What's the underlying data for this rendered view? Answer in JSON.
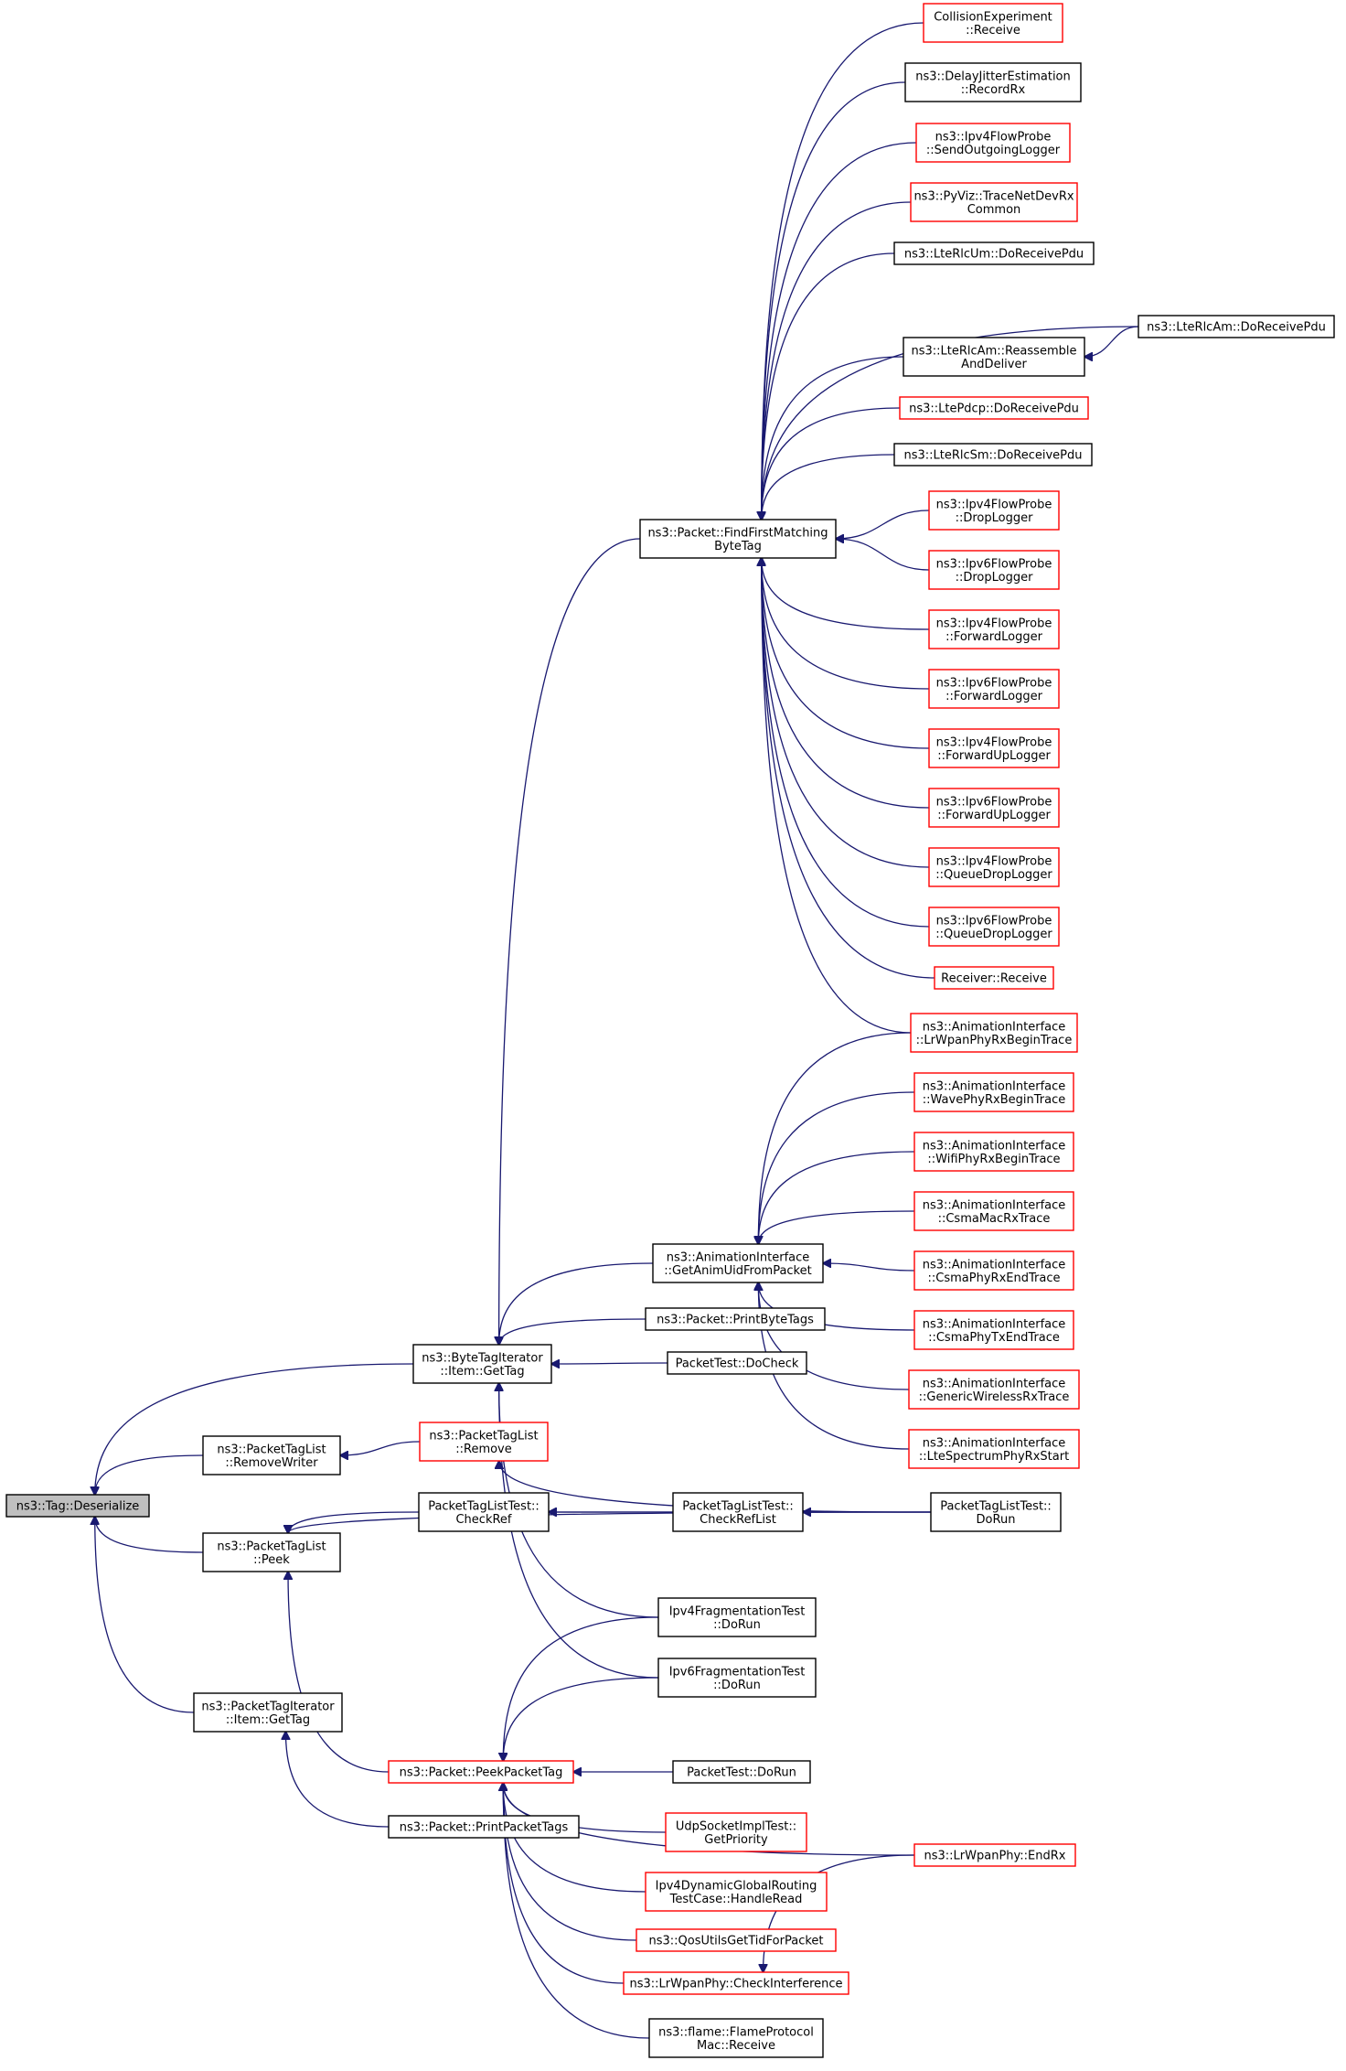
{
  "diagram": {
    "colors": {
      "edge": "#191970",
      "red_border": "#ff0000",
      "black_border": "#000000",
      "highlight_fill": "#bfbfbf"
    },
    "nodes": [
      {
        "id": "deserialize",
        "style": "grey",
        "lines": [
          "ns3::Tag::Deserialize"
        ]
      },
      {
        "id": "btiGetTag",
        "style": "black",
        "lines": [
          "ns3::ByteTagIterator",
          "::Item::GetTag"
        ]
      },
      {
        "id": "removeWriter",
        "style": "black",
        "lines": [
          "ns3::PacketTagList",
          "::RemoveWriter"
        ]
      },
      {
        "id": "peek",
        "style": "black",
        "lines": [
          "ns3::PacketTagList",
          "::Peek"
        ]
      },
      {
        "id": "ptiGetTag",
        "style": "black",
        "lines": [
          "ns3::PacketTagIterator",
          "::Item::GetTag"
        ]
      },
      {
        "id": "findFirst",
        "style": "black",
        "lines": [
          "ns3::Packet::FindFirstMatching",
          "ByteTag"
        ]
      },
      {
        "id": "getAnimUid",
        "style": "black",
        "lines": [
          "ns3::AnimationInterface",
          "::GetAnimUidFromPacket"
        ]
      },
      {
        "id": "printByteTags",
        "style": "black",
        "lines": [
          "ns3::Packet::PrintByteTags"
        ]
      },
      {
        "id": "ptDoCheck",
        "style": "black",
        "lines": [
          "PacketTest::DoCheck"
        ]
      },
      {
        "id": "pltRemove",
        "style": "red",
        "lines": [
          "ns3::PacketTagList",
          "::Remove"
        ]
      },
      {
        "id": "checkRef",
        "style": "black",
        "lines": [
          "PacketTagListTest::",
          "CheckRef"
        ]
      },
      {
        "id": "checkRefList",
        "style": "black",
        "lines": [
          "PacketTagListTest::",
          "CheckRefList"
        ]
      },
      {
        "id": "pltDoRun",
        "style": "black",
        "lines": [
          "PacketTagListTest::",
          "DoRun"
        ]
      },
      {
        "id": "ipv4Frag",
        "style": "black",
        "lines": [
          "Ipv4FragmentationTest",
          "::DoRun"
        ]
      },
      {
        "id": "ipv6Frag",
        "style": "black",
        "lines": [
          "Ipv6FragmentationTest",
          "::DoRun"
        ]
      },
      {
        "id": "peekPacketTag",
        "style": "red",
        "lines": [
          "ns3::Packet::PeekPacketTag"
        ]
      },
      {
        "id": "printPacketTags",
        "style": "black",
        "lines": [
          "ns3::Packet::PrintPacketTags"
        ]
      },
      {
        "id": "ptDoRun",
        "style": "black",
        "lines": [
          "PacketTest::DoRun"
        ]
      },
      {
        "id": "udpPriority",
        "style": "red",
        "lines": [
          "UdpSocketImplTest::",
          "GetPriority"
        ]
      },
      {
        "id": "ipv4Dyn",
        "style": "red",
        "lines": [
          "Ipv4DynamicGlobalRouting",
          "TestCase::HandleRead"
        ]
      },
      {
        "id": "qosUtils",
        "style": "red",
        "lines": [
          "ns3::QosUtilsGetTidForPacket"
        ]
      },
      {
        "id": "lrCheckInt",
        "style": "red",
        "lines": [
          "ns3::LrWpanPhy::CheckInterference"
        ]
      },
      {
        "id": "flame",
        "style": "black",
        "lines": [
          "ns3::flame::FlameProtocol",
          "Mac::Receive"
        ]
      },
      {
        "id": "lrEndRx",
        "style": "red",
        "lines": [
          "ns3::LrWpanPhy::EndRx"
        ]
      },
      {
        "id": "collision",
        "style": "red",
        "lines": [
          "CollisionExperiment",
          "::Receive"
        ]
      },
      {
        "id": "delayJitter",
        "style": "black",
        "lines": [
          "ns3::DelayJitterEstimation",
          "::RecordRx"
        ]
      },
      {
        "id": "ipv4SendOut",
        "style": "red",
        "lines": [
          "ns3::Ipv4FlowProbe",
          "::SendOutgoingLogger"
        ]
      },
      {
        "id": "pyViz",
        "style": "red",
        "lines": [
          "ns3::PyViz::TraceNetDevRx",
          "Common"
        ]
      },
      {
        "id": "rlcUm",
        "style": "black",
        "lines": [
          "ns3::LteRlcUm::DoReceivePdu"
        ]
      },
      {
        "id": "rlcAmReasm",
        "style": "black",
        "lines": [
          "ns3::LteRlcAm::Reassemble",
          "AndDeliver"
        ]
      },
      {
        "id": "rlcAmRecv",
        "style": "black",
        "lines": [
          "ns3::LteRlcAm::DoReceivePdu"
        ]
      },
      {
        "id": "pdcp",
        "style": "red",
        "lines": [
          "ns3::LtePdcp::DoReceivePdu"
        ]
      },
      {
        "id": "rlcSm",
        "style": "black",
        "lines": [
          "ns3::LteRlcSm::DoReceivePdu"
        ]
      },
      {
        "id": "ipv4Drop",
        "style": "red",
        "lines": [
          "ns3::Ipv4FlowProbe",
          "::DropLogger"
        ]
      },
      {
        "id": "ipv6Drop",
        "style": "red",
        "lines": [
          "ns3::Ipv6FlowProbe",
          "::DropLogger"
        ]
      },
      {
        "id": "ipv4Fwd",
        "style": "red",
        "lines": [
          "ns3::Ipv4FlowProbe",
          "::ForwardLogger"
        ]
      },
      {
        "id": "ipv6Fwd",
        "style": "red",
        "lines": [
          "ns3::Ipv6FlowProbe",
          "::ForwardLogger"
        ]
      },
      {
        "id": "ipv4FwdUp",
        "style": "red",
        "lines": [
          "ns3::Ipv4FlowProbe",
          "::ForwardUpLogger"
        ]
      },
      {
        "id": "ipv6FwdUp",
        "style": "red",
        "lines": [
          "ns3::Ipv6FlowProbe",
          "::ForwardUpLogger"
        ]
      },
      {
        "id": "ipv4Queue",
        "style": "red",
        "lines": [
          "ns3::Ipv4FlowProbe",
          "::QueueDropLogger"
        ]
      },
      {
        "id": "ipv6Queue",
        "style": "red",
        "lines": [
          "ns3::Ipv6FlowProbe",
          "::QueueDropLogger"
        ]
      },
      {
        "id": "receiver",
        "style": "red",
        "lines": [
          "Receiver::Receive"
        ]
      },
      {
        "id": "aiLrWpan",
        "style": "red",
        "lines": [
          "ns3::AnimationInterface",
          "::LrWpanPhyRxBeginTrace"
        ]
      },
      {
        "id": "aiWave",
        "style": "red",
        "lines": [
          "ns3::AnimationInterface",
          "::WavePhyRxBeginTrace"
        ]
      },
      {
        "id": "aiWifi",
        "style": "red",
        "lines": [
          "ns3::AnimationInterface",
          "::WifiPhyRxBeginTrace"
        ]
      },
      {
        "id": "aiCsmaMac",
        "style": "red",
        "lines": [
          "ns3::AnimationInterface",
          "::CsmaMacRxTrace"
        ]
      },
      {
        "id": "aiCsmaRxEnd",
        "style": "red",
        "lines": [
          "ns3::AnimationInterface",
          "::CsmaPhyRxEndTrace"
        ]
      },
      {
        "id": "aiCsmaTxEnd",
        "style": "red",
        "lines": [
          "ns3::AnimationInterface",
          "::CsmaPhyTxEndTrace"
        ]
      },
      {
        "id": "aiGeneric",
        "style": "red",
        "lines": [
          "ns3::AnimationInterface",
          "::GenericWirelessRxTrace"
        ]
      },
      {
        "id": "aiLteSpec",
        "style": "red",
        "lines": [
          "ns3::AnimationInterface",
          "::LteSpectrumPhyRxStart"
        ]
      }
    ],
    "edges": [
      [
        "btiGetTag",
        "deserialize"
      ],
      [
        "removeWriter",
        "deserialize"
      ],
      [
        "peek",
        "deserialize"
      ],
      [
        "ptiGetTag",
        "deserialize"
      ],
      [
        "findFirst",
        "btiGetTag"
      ],
      [
        "getAnimUid",
        "btiGetTag"
      ],
      [
        "printByteTags",
        "btiGetTag"
      ],
      [
        "ptDoCheck",
        "btiGetTag"
      ],
      [
        "ipv4Frag",
        "btiGetTag"
      ],
      [
        "ipv6Frag",
        "btiGetTag"
      ],
      [
        "pltRemove",
        "removeWriter"
      ],
      [
        "pltDoRun",
        "pltRemove"
      ],
      [
        "checkRef",
        "peek"
      ],
      [
        "pltDoRun",
        "peek"
      ],
      [
        "peekPacketTag",
        "peek"
      ],
      [
        "checkRefList",
        "checkRef"
      ],
      [
        "pltDoRun",
        "checkRef"
      ],
      [
        "pltDoRun",
        "checkRefList"
      ],
      [
        "printPacketTags",
        "ptiGetTag"
      ],
      [
        "ipv4Frag",
        "peekPacketTag"
      ],
      [
        "ipv6Frag",
        "peekPacketTag"
      ],
      [
        "ptDoRun",
        "peekPacketTag"
      ],
      [
        "udpPriority",
        "peekPacketTag"
      ],
      [
        "ipv4Dyn",
        "peekPacketTag"
      ],
      [
        "qosUtils",
        "peekPacketTag"
      ],
      [
        "lrCheckInt",
        "peekPacketTag"
      ],
      [
        "flame",
        "peekPacketTag"
      ],
      [
        "lrEndRx",
        "peekPacketTag"
      ],
      [
        "lrEndRx",
        "lrCheckInt"
      ],
      [
        "collision",
        "findFirst"
      ],
      [
        "delayJitter",
        "findFirst"
      ],
      [
        "ipv4SendOut",
        "findFirst"
      ],
      [
        "pyViz",
        "findFirst"
      ],
      [
        "rlcUm",
        "findFirst"
      ],
      [
        "rlcAmReasm",
        "findFirst"
      ],
      [
        "rlcAmRecv",
        "findFirst"
      ],
      [
        "pdcp",
        "findFirst"
      ],
      [
        "rlcSm",
        "findFirst"
      ],
      [
        "ipv4Drop",
        "findFirst"
      ],
      [
        "ipv6Drop",
        "findFirst"
      ],
      [
        "ipv4Fwd",
        "findFirst"
      ],
      [
        "ipv6Fwd",
        "findFirst"
      ],
      [
        "ipv4FwdUp",
        "findFirst"
      ],
      [
        "ipv6FwdUp",
        "findFirst"
      ],
      [
        "ipv4Queue",
        "findFirst"
      ],
      [
        "ipv6Queue",
        "findFirst"
      ],
      [
        "receiver",
        "findFirst"
      ],
      [
        "aiLrWpan",
        "findFirst"
      ],
      [
        "rlcAmRecv",
        "rlcAmReasm"
      ],
      [
        "aiLrWpan",
        "getAnimUid"
      ],
      [
        "aiWave",
        "getAnimUid"
      ],
      [
        "aiWifi",
        "getAnimUid"
      ],
      [
        "aiCsmaMac",
        "getAnimUid"
      ],
      [
        "aiCsmaRxEnd",
        "getAnimUid"
      ],
      [
        "aiCsmaTxEnd",
        "getAnimUid"
      ],
      [
        "aiGeneric",
        "getAnimUid"
      ],
      [
        "aiLteSpec",
        "getAnimUid"
      ]
    ]
  }
}
